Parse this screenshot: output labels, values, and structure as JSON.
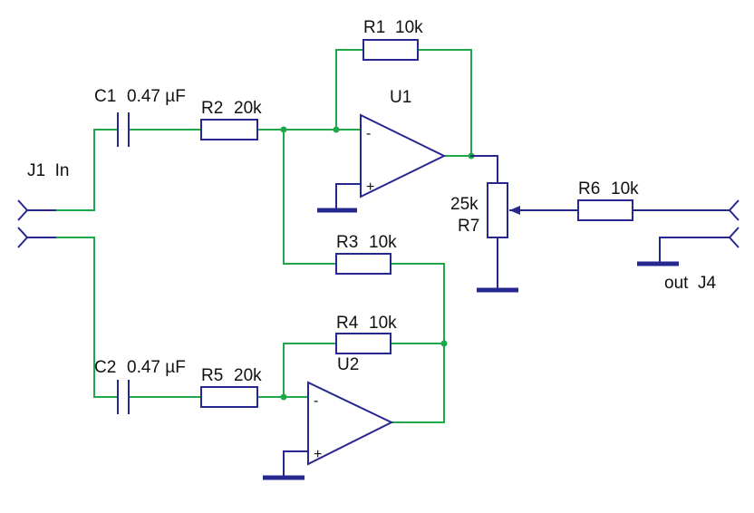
{
  "colors": {
    "wire": "#1fa84a",
    "component": "#27288f",
    "text": "#111111",
    "background": "#ffffff"
  },
  "input": {
    "label": "J1  In"
  },
  "output": {
    "label": "out  J4"
  },
  "capacitors": {
    "c1": {
      "ref": "C1",
      "value": "0.47 µF"
    },
    "c2": {
      "ref": "C2",
      "value": "0.47 µF"
    }
  },
  "resistors": {
    "r1": {
      "ref": "R1",
      "value": "10k"
    },
    "r2": {
      "ref": "R2",
      "value": "20k"
    },
    "r3": {
      "ref": "R3",
      "value": "10k"
    },
    "r4": {
      "ref": "R4",
      "value": "10k"
    },
    "r5": {
      "ref": "R5",
      "value": "20k"
    },
    "r6": {
      "ref": "R6",
      "value": "10k"
    }
  },
  "potentiometer": {
    "ref": "R7",
    "value": "25k"
  },
  "opamps": {
    "u1": {
      "ref": "U1",
      "inverting": "-",
      "noninverting": "+"
    },
    "u2": {
      "ref": "U2",
      "inverting": "-",
      "noninverting": "+"
    }
  }
}
